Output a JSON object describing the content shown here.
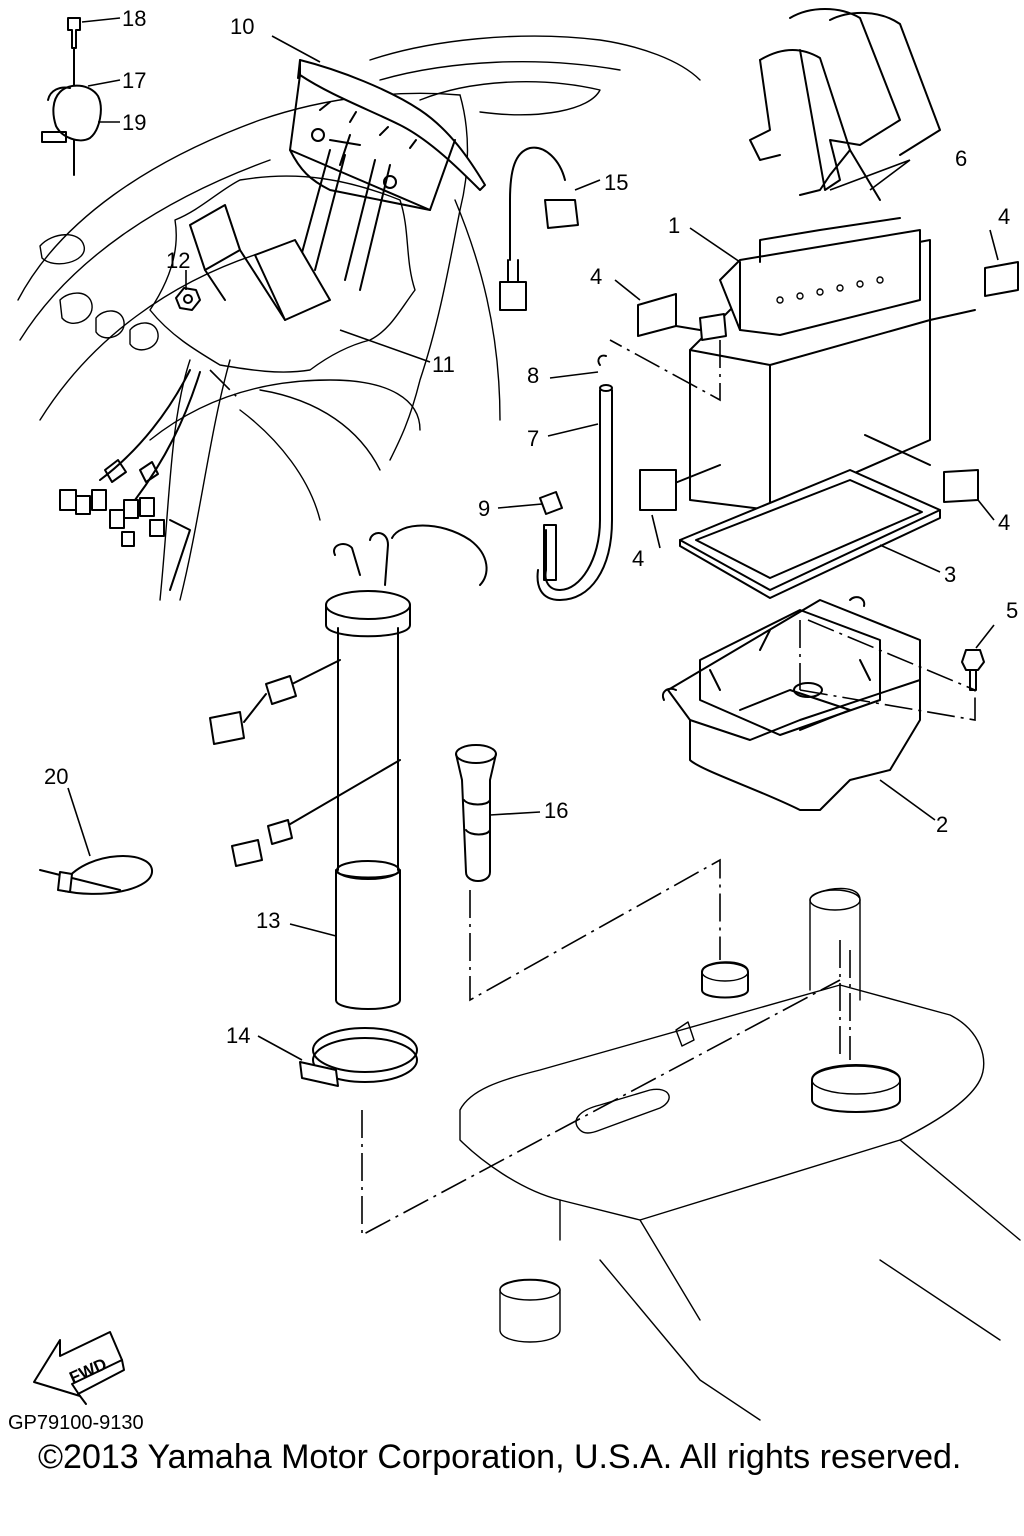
{
  "diagram": {
    "callouts": [
      {
        "id": "c1",
        "label": "1"
      },
      {
        "id": "c2",
        "label": "2"
      },
      {
        "id": "c3",
        "label": "3"
      },
      {
        "id": "c4a",
        "label": "4"
      },
      {
        "id": "c4b",
        "label": "4"
      },
      {
        "id": "c4c",
        "label": "4"
      },
      {
        "id": "c4d",
        "label": "4"
      },
      {
        "id": "c5",
        "label": "5"
      },
      {
        "id": "c6",
        "label": "6"
      },
      {
        "id": "c7",
        "label": "7"
      },
      {
        "id": "c8",
        "label": "8"
      },
      {
        "id": "c9",
        "label": "9"
      },
      {
        "id": "c10",
        "label": "10"
      },
      {
        "id": "c11",
        "label": "11"
      },
      {
        "id": "c12",
        "label": "12"
      },
      {
        "id": "c13",
        "label": "13"
      },
      {
        "id": "c14",
        "label": "14"
      },
      {
        "id": "c15",
        "label": "15"
      },
      {
        "id": "c16",
        "label": "16"
      },
      {
        "id": "c17",
        "label": "17"
      },
      {
        "id": "c18",
        "label": "18"
      },
      {
        "id": "c19",
        "label": "19"
      },
      {
        "id": "c20",
        "label": "20"
      }
    ],
    "fwd_label": "FWD",
    "figure_code": "GP79100-9130",
    "copyright": "©2013 Yamaha Motor Corporation, U.S.A. All rights reserved."
  }
}
